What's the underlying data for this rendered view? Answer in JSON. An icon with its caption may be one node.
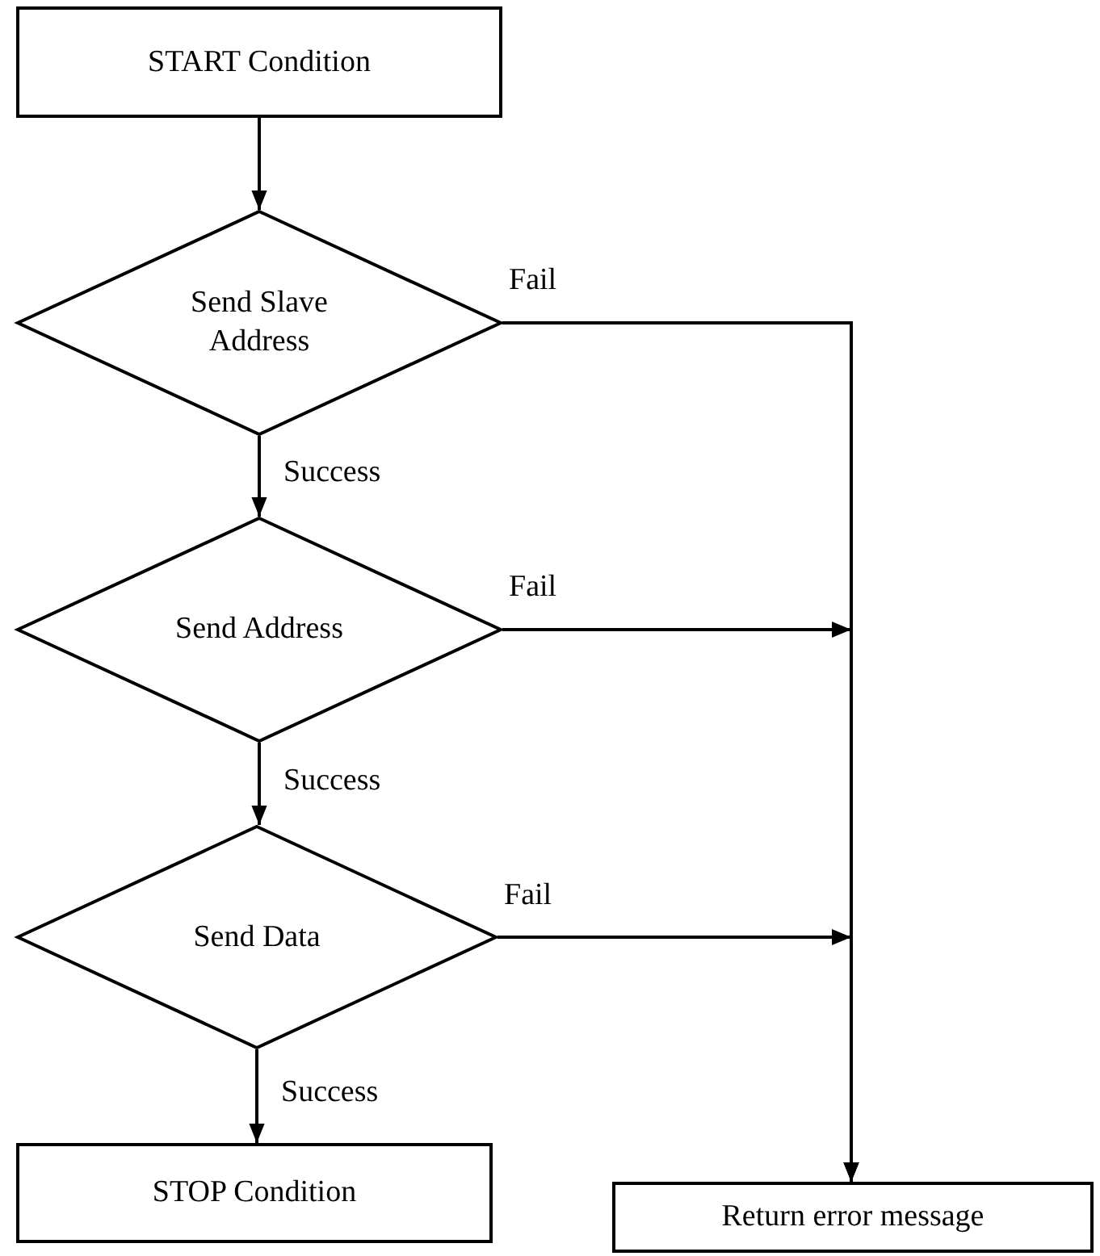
{
  "diagram": {
    "nodes": [
      {
        "text": [
          "START Condition"
        ]
      },
      {
        "text": [
          "Send Slave Address"
        ]
      },
      {
        "text": [
          "Send Address"
        ]
      },
      {
        "text": [
          "Send Data"
        ]
      },
      {
        "text": [
          "STOP Condition"
        ]
      },
      {
        "text": [
          "Return error message"
        ]
      }
    ],
    "edges": [
      {
        "from": 0,
        "to": 1,
        "arrow": "to"
      },
      {
        "from": 1,
        "to": 2,
        "arrow": "to",
        "label": "Success"
      },
      {
        "from": 2,
        "to": 3,
        "arrow": "to",
        "label": "Success"
      },
      {
        "from": 3,
        "to": 4,
        "arrow": "to",
        "label": "Success"
      },
      {
        "from": 1,
        "to": 5,
        "arrow": "to",
        "label": "Fail"
      },
      {
        "from": 2,
        "to": 5,
        "arrow": "to",
        "label": "Fail"
      },
      {
        "from": 3,
        "to": 5,
        "arrow": "to",
        "label": "Fail"
      }
    ]
  }
}
